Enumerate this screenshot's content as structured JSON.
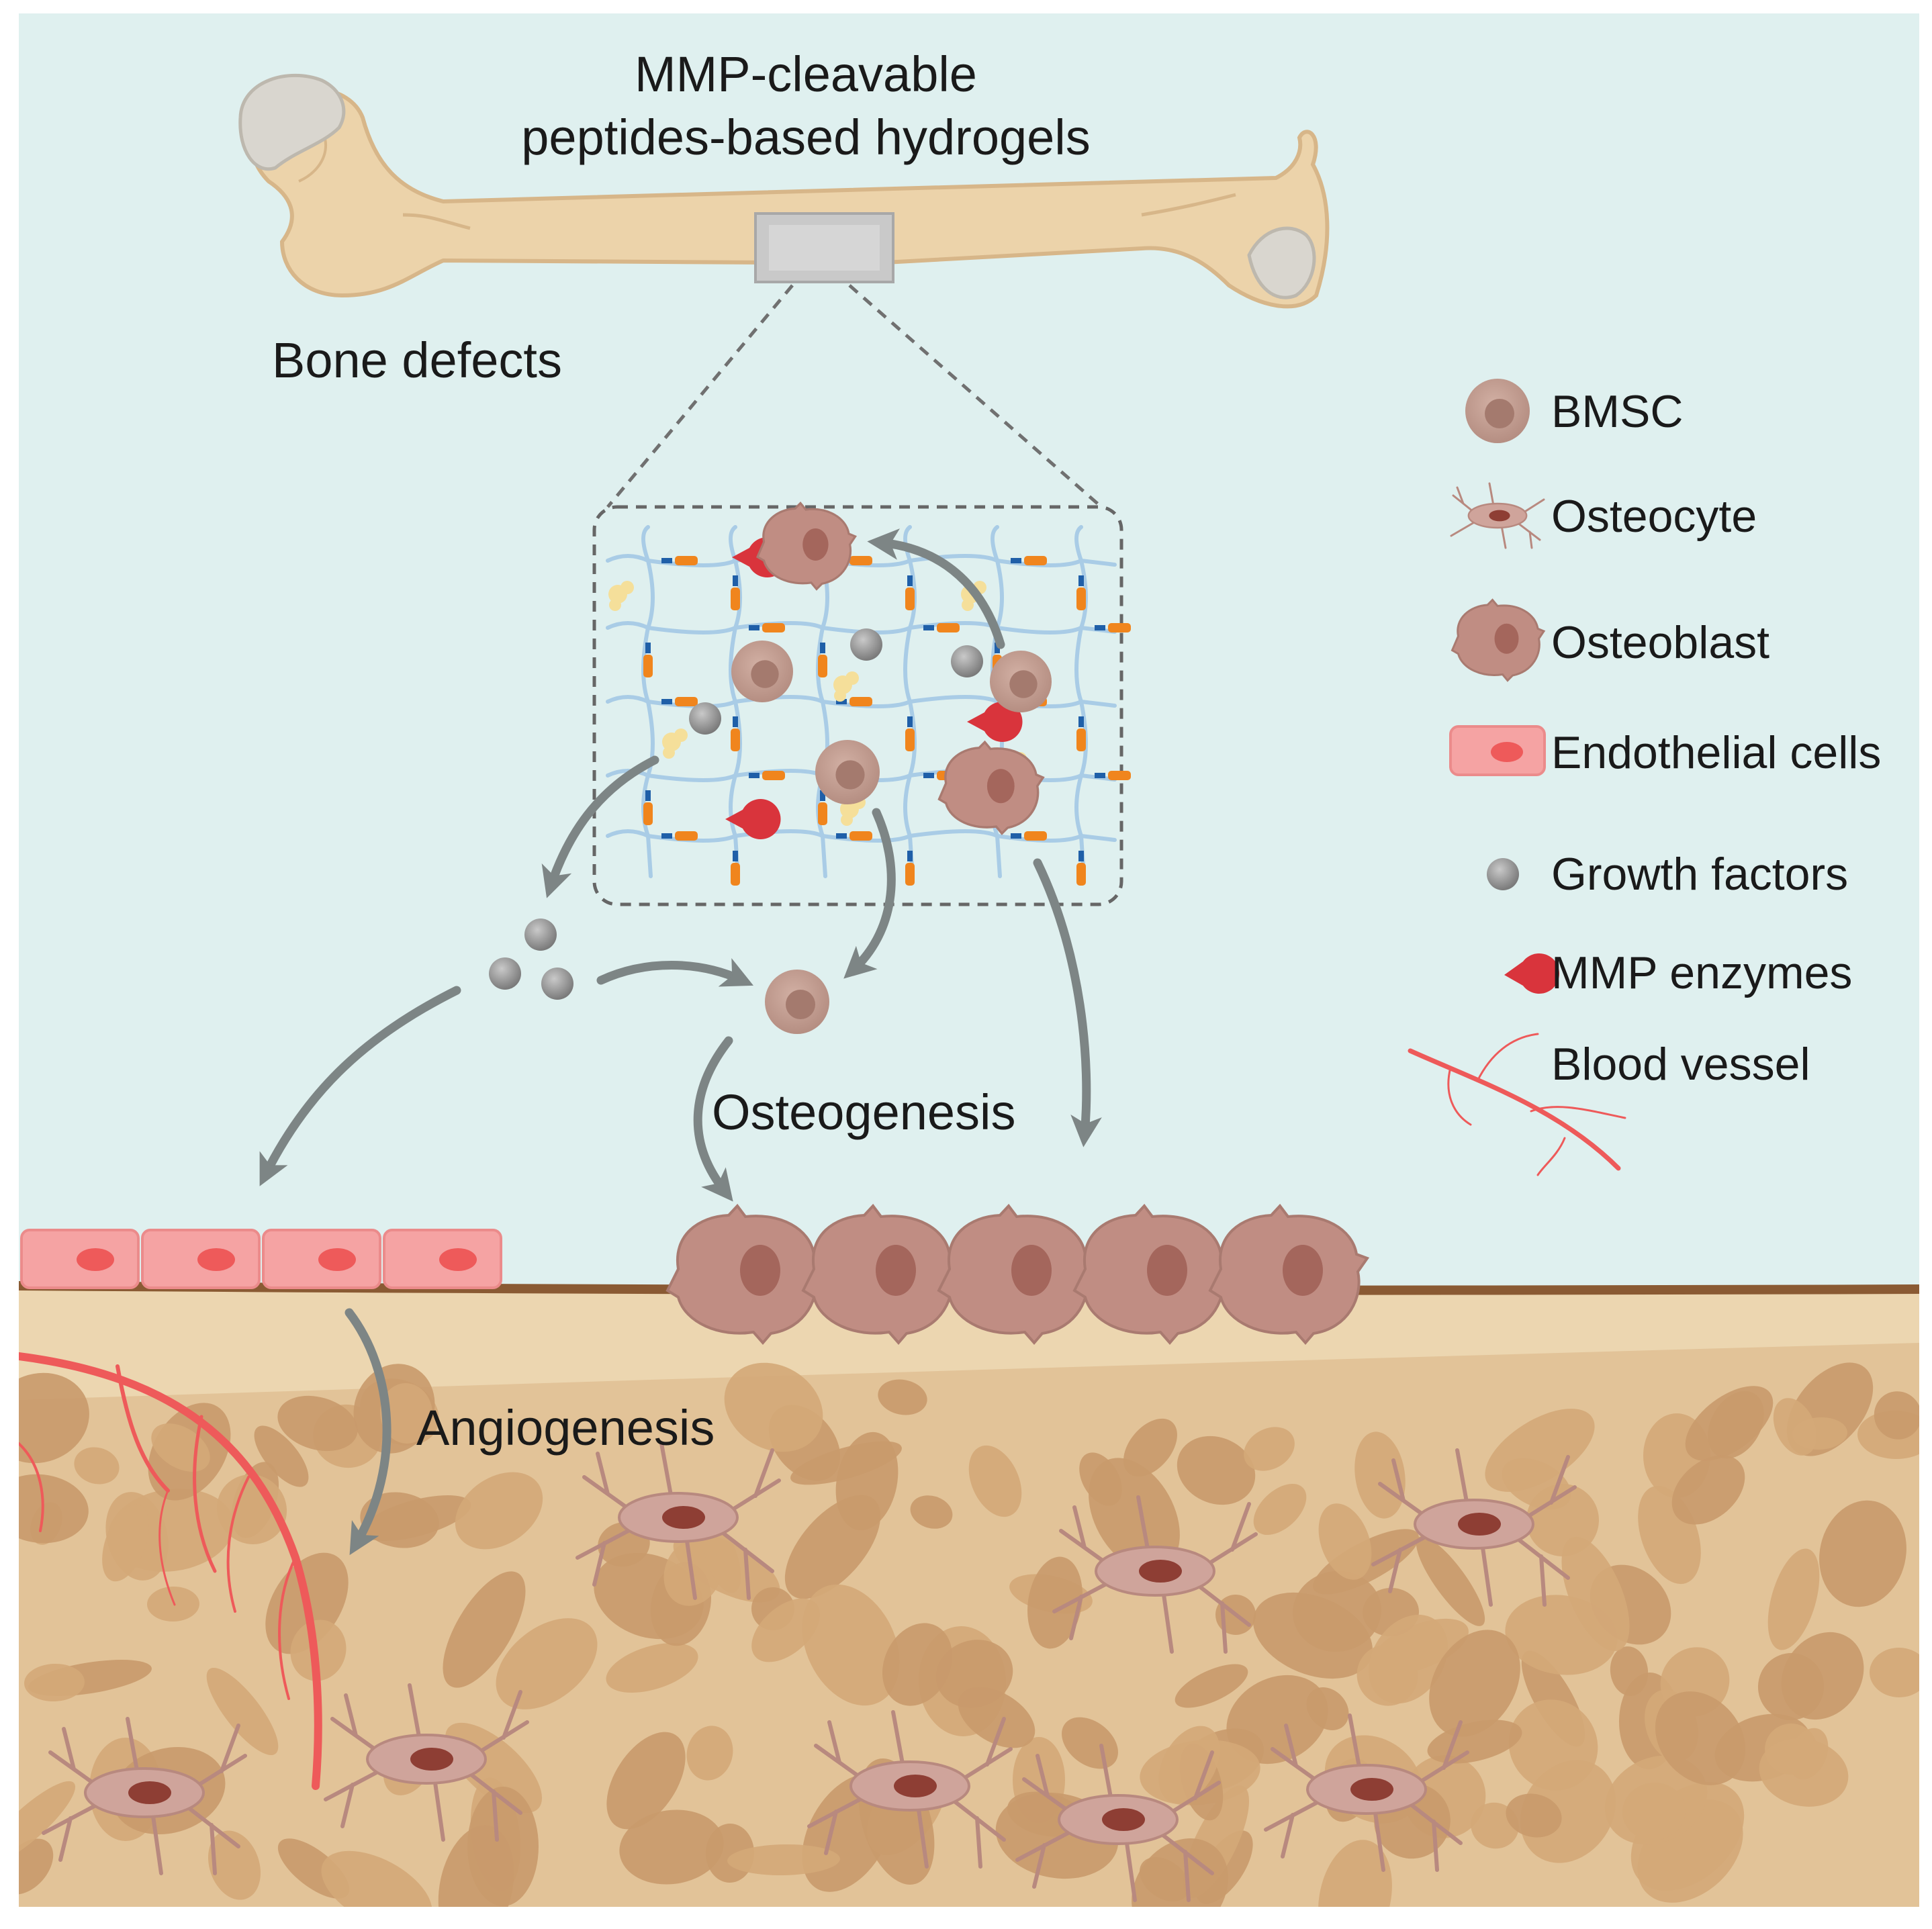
{
  "title": {
    "line1": "MMP-cleavable",
    "line2": "peptides-based hydrogels"
  },
  "labels": {
    "bone_defects": "Bone defects",
    "osteogenesis": "Osteogenesis",
    "angiogenesis": "Angiogenesis"
  },
  "legend": {
    "items": [
      {
        "label": "BMSC",
        "icon": "bmsc-icon"
      },
      {
        "label": "Osteocyte",
        "icon": "osteocyte-icon"
      },
      {
        "label": "Osteoblast",
        "icon": "osteoblast-icon"
      },
      {
        "label": "Endothelial cells",
        "icon": "endothelial-cell-icon"
      },
      {
        "label": "Growth factors",
        "icon": "growth-factor-icon"
      },
      {
        "label": "MMP enzymes",
        "icon": "mmp-enzyme-icon"
      },
      {
        "label": "Blood vessel",
        "icon": "blood-vessel-icon"
      }
    ]
  },
  "colors": {
    "fluid_background": "#dff0ef",
    "bone": "#ecd6b0",
    "bone_cortex_line": "#8a5a33",
    "marrow_pore": "#c99a6b",
    "osteoblast": "#c08d83",
    "endothelial": "#f5a3a3",
    "blood_vessel": "#ee5a5a",
    "growth_factor": "#8c8c8c",
    "mmp_enzyme": "#d9343c",
    "peptide_crosslinker": "#f0851d",
    "polymer_chain": "#a9cce6",
    "arrow": "#7d8585"
  }
}
